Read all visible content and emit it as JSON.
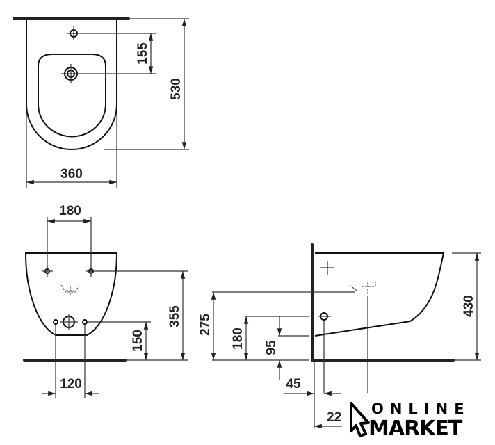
{
  "top_view": {
    "width": "360",
    "depth": "530",
    "tap_hole_offset": "155"
  },
  "front_view": {
    "fixing_spacing": "180",
    "fixing_height": "355",
    "drain_height": "150",
    "drain_spacing": "120"
  },
  "side_view": {
    "height": "430",
    "inlet_height": "275",
    "waste_height": "180",
    "floor_to_bowl": "95",
    "offset_45": "45",
    "offset_22": "22"
  },
  "logo": {
    "top": "ONLINE",
    "bottom": "MARKET"
  }
}
